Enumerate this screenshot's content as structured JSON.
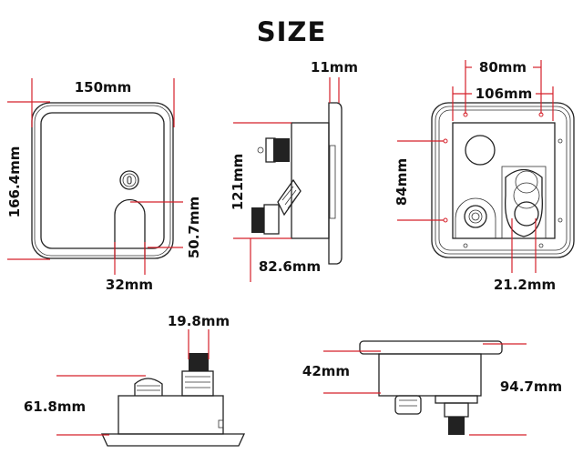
{
  "title": "SIZE",
  "colors": {
    "dimension_line": "#d5202a",
    "outline": "#222222"
  },
  "front_view": {
    "width": "150mm",
    "height": "166.4mm",
    "slot_height": "50.7mm",
    "slot_width": "32mm"
  },
  "side_view": {
    "flange_thickness": "11mm",
    "body_height": "121mm",
    "depth": "82.6mm"
  },
  "back_view": {
    "hole_spacing": "80mm",
    "plate_width": "106mm",
    "plate_height": "84mm",
    "fitting_diameter": "21.2mm"
  },
  "bottom_view_left": {
    "fitting_width": "19.8mm",
    "height": "61.8mm"
  },
  "bottom_view_right": {
    "body_height": "42mm",
    "width": "94.7mm"
  }
}
